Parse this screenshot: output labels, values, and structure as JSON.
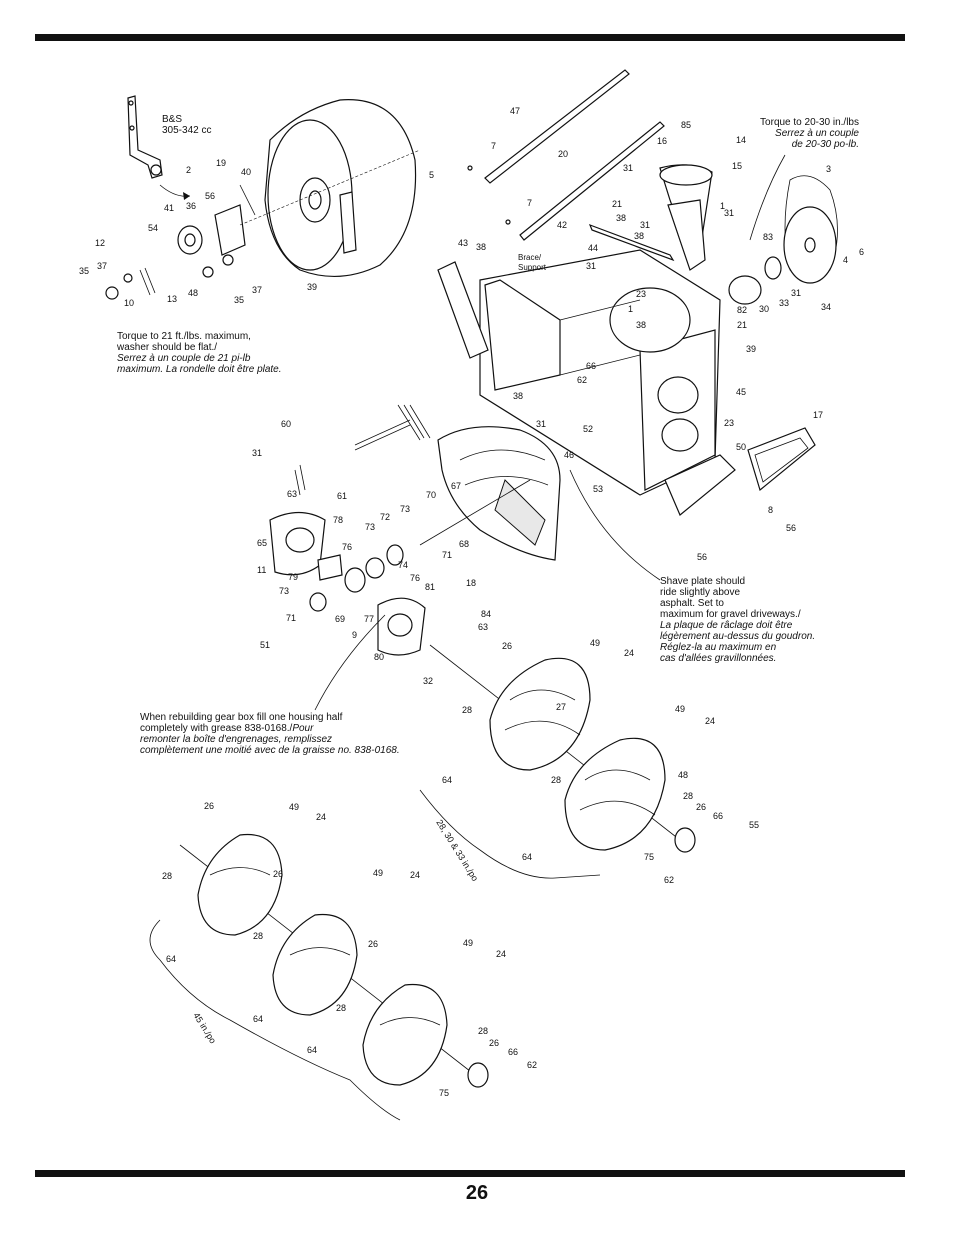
{
  "page": {
    "number": "26"
  },
  "notes": {
    "engine": {
      "line1": "B&S",
      "line2": "305-342 cc"
    },
    "torque_belt": {
      "en": "Torque to 20-30 in./lbs",
      "fr1": "Serrez à un couple",
      "fr2": "de 20-30 po-lb."
    },
    "torque_washer": {
      "en1": "Torque to 21 ft./lbs. maximum,",
      "en2": "washer should be flat./",
      "fr1": "Serrez à un couple de 21 pi-lb",
      "fr2": "maximum. La rondelle doit être plate."
    },
    "brace": {
      "line1": "Brace/",
      "line2": "Support"
    },
    "shave_plate": {
      "en1": "Shave plate should",
      "en2": "ride slightly above",
      "en3": "asphalt. Set to",
      "en4": "maximum for gravel driveways./",
      "fr1": "La plaque de râclage doit être",
      "fr2": "légèrement au-dessus du goudron.",
      "fr3": "Réglez-la au maximum en",
      "fr4": "cas d'allées gravillonnées."
    },
    "gearbox": {
      "en1": "When rebuilding gear box fill one housing half",
      "en2": "completely with grease 838-0168./",
      "fr_inline": "Pour",
      "fr1": "remonter la boîte d'engrenages, remplissez",
      "fr2": "complètement une moitié avec de la graisse no. 838-0168."
    },
    "size_mid": "28, 30 & 33 in./po",
    "size_low": "45 in./po"
  },
  "callouts": [
    "47",
    "7",
    "20",
    "7",
    "42",
    "16",
    "85",
    "14",
    "15",
    "3",
    "31",
    "21",
    "1",
    "31",
    "38",
    "31",
    "38",
    "83",
    "6",
    "4",
    "31",
    "30",
    "33",
    "34",
    "2",
    "19",
    "40",
    "56",
    "36",
    "41",
    "54",
    "12",
    "37",
    "35",
    "10",
    "13",
    "48",
    "35",
    "37",
    "39",
    "5",
    "43",
    "38",
    "44",
    "31",
    "23",
    "1",
    "38",
    "82",
    "21",
    "39",
    "66",
    "62",
    "45",
    "38",
    "31",
    "52",
    "46",
    "53",
    "23",
    "50",
    "17",
    "8",
    "56",
    "56",
    "60",
    "31",
    "63",
    "61",
    "78",
    "65",
    "72",
    "73",
    "73",
    "70",
    "67",
    "76",
    "68",
    "11",
    "74",
    "71",
    "79",
    "81",
    "76",
    "73",
    "69",
    "77",
    "71",
    "9",
    "18",
    "84",
    "63",
    "51",
    "80",
    "32",
    "26",
    "49",
    "24",
    "28",
    "27",
    "49",
    "24",
    "64",
    "28",
    "48",
    "28",
    "26",
    "66",
    "55",
    "64",
    "75",
    "62",
    "26",
    "49",
    "24",
    "28",
    "26",
    "49",
    "24",
    "28",
    "64",
    "26",
    "64",
    "28",
    "49",
    "24",
    "64",
    "28",
    "26",
    "66",
    "62",
    "75"
  ]
}
